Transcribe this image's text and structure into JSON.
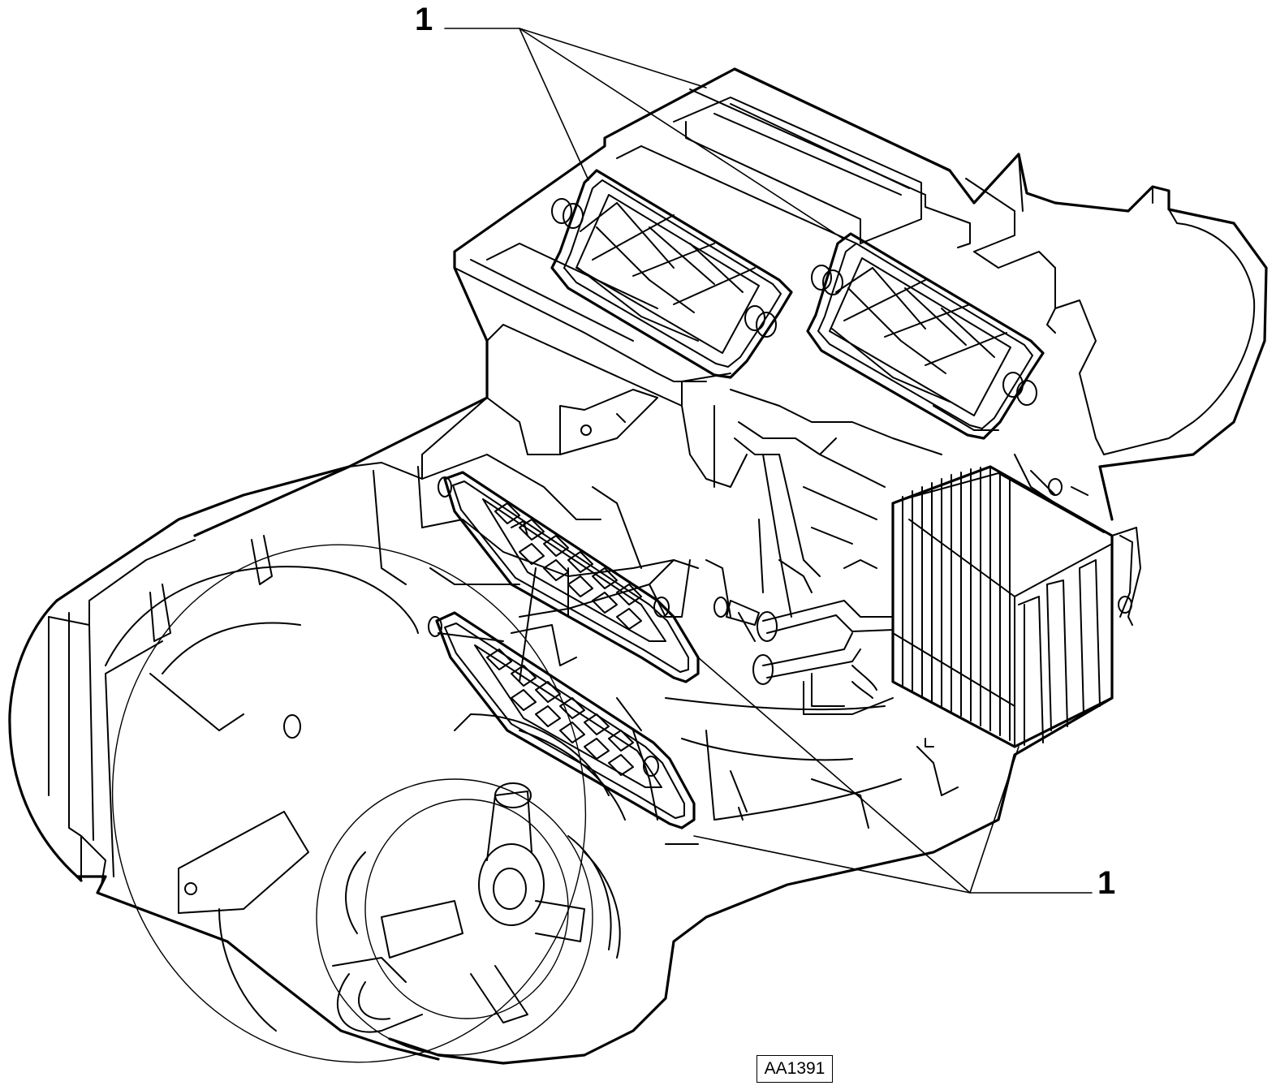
{
  "diagram": {
    "callouts": [
      {
        "id": "top",
        "text": "1"
      },
      {
        "id": "bottom",
        "text": "1"
      }
    ],
    "reference_code": "AA1391"
  }
}
